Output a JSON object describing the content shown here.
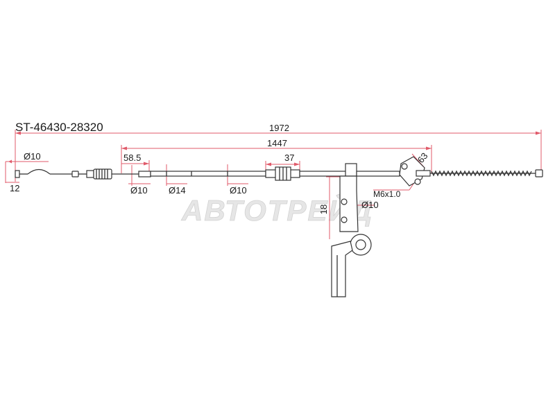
{
  "part_number": "ST-46430-28320",
  "watermark": "АВТОТРЕЙД",
  "dimensions": {
    "overall_length": "1972",
    "cable_length": "1447",
    "end_diameter": "Ø10",
    "end_length": "12",
    "boot_length": "58.5",
    "diam_a": "Ø10",
    "diam_b": "Ø14",
    "diam_c": "Ø10",
    "sleeve_length": "37",
    "bracket_height": "18",
    "bracket_hole": "Ø10",
    "thread": "M6x1.0",
    "fitting_size": "63"
  },
  "colors": {
    "dimension_line": "#e05a6a",
    "outline": "#333333",
    "watermark": "#e6e6e6"
  }
}
